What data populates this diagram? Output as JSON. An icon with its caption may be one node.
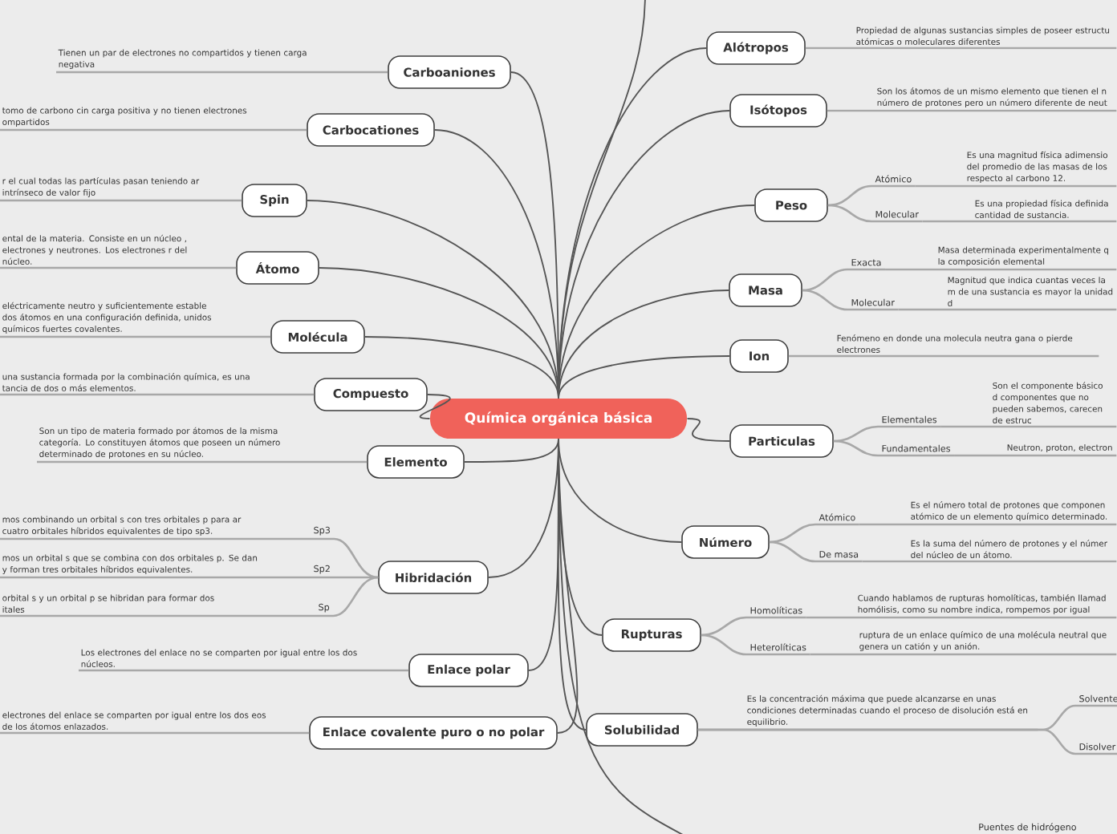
{
  "diagram": {
    "nodes": [
      {
        "text": [
          "Química orgánica básica"
        ]
      },
      {
        "text": [
          "Carboaniones"
        ]
      },
      {
        "text": [
          "Tienen un par de electrones no compartidos y tienen carga negativa"
        ]
      },
      {
        "text": [
          "Carbocationes"
        ]
      },
      {
        "text": [
          "tomo de carbono cin carga positiva y no tienen electrones ompartidos"
        ]
      },
      {
        "text": [
          "Spin"
        ]
      },
      {
        "text": [
          "r el cual todas las partículas pasan teniendo ar intrínseco de valor fijo"
        ]
      },
      {
        "text": [
          "Átomo"
        ]
      },
      {
        "text": [
          "ental de la materia. Consiste en un núcleo , electrones y neutrones. Los electrones r del núcleo."
        ]
      },
      {
        "text": [
          "Molécula"
        ]
      },
      {
        "text": [
          "eléctricamente neutro y suficientemente estable dos átomos en una configuración definida, unidos químicos fuertes covalentes."
        ]
      },
      {
        "text": [
          "Compuesto"
        ]
      },
      {
        "text": [
          "una sustancia formada por la combinación química, es una tancia de dos o más elementos."
        ]
      },
      {
        "text": [
          "Elemento"
        ]
      },
      {
        "text": [
          "Son un tipo de materia formado por átomos de la misma categoría. Lo constituyen átomos que poseen un número determinado de protones en su núcleo."
        ]
      },
      {
        "text": [
          "Hibridación"
        ]
      },
      {
        "text": [
          "Sp3"
        ]
      },
      {
        "text": [
          "mos combinando un orbital s con tres orbitales p para ar cuatro orbitales híbridos equivalentes de tipo sp3."
        ]
      },
      {
        "text": [
          "Sp2"
        ]
      },
      {
        "text": [
          "mos un orbital s que se combina con dos orbitales p. Se dan y forman tres orbitales híbridos equivalentes."
        ]
      },
      {
        "text": [
          "Sp"
        ]
      },
      {
        "text": [
          "orbital s y un orbital p se hibridan para formar dos itales"
        ]
      },
      {
        "text": [
          "Enlace polar"
        ]
      },
      {
        "text": [
          "Los electrones del enlace no se comparten por igual entre los dos núcleos."
        ]
      },
      {
        "text": [
          "Enlace covalente puro o no polar"
        ]
      },
      {
        "text": [
          "electrones del enlace se comparten por igual entre los dos eos de los átomos enlazados."
        ]
      },
      {
        "text": [
          "Alótropos"
        ]
      },
      {
        "text": [
          "Propiedad de algunas sustancias simples de poseer estructu atómicas o moleculares diferentes"
        ]
      },
      {
        "text": [
          "Isótopos"
        ]
      },
      {
        "text": [
          "Son los átomos de un mismo elemento que tienen el n número de protones pero un número diferente de neut"
        ]
      },
      {
        "text": [
          "Peso"
        ]
      },
      {
        "text": [
          "Atómico"
        ]
      },
      {
        "text": [
          "Es una magnitud física adimensio del promedio de las masas de los respecto al carbono 12."
        ]
      },
      {
        "text": [
          "Molecular"
        ]
      },
      {
        "text": [
          "Es una propiedad física definida cantidad de sustancia."
        ]
      },
      {
        "text": [
          "Masa"
        ]
      },
      {
        "text": [
          "Exacta"
        ]
      },
      {
        "text": [
          "Masa determinada experimentalmente q la composición elemental"
        ]
      },
      {
        "text": [
          "Molecular"
        ]
      },
      {
        "text": [
          "Magnitud que indica cuantas veces la m de una sustancia es mayor la unidad d"
        ]
      },
      {
        "text": [
          "Ion"
        ]
      },
      {
        "text": [
          "Fenómeno en donde una molecula neutra gana o pierde electrones"
        ]
      },
      {
        "text": [
          "Particulas"
        ]
      },
      {
        "text": [
          "Elementales"
        ]
      },
      {
        "text": [
          "Son el componente básico d componentes que no pueden sabemos, carecen de estruc"
        ]
      },
      {
        "text": [
          "Fundamentales"
        ]
      },
      {
        "text": [
          "Neutron, proton, electron"
        ]
      },
      {
        "text": [
          "Número"
        ]
      },
      {
        "text": [
          "Atómico"
        ]
      },
      {
        "text": [
          "Es el número total de protones que componen atómico de un elemento químico determinado."
        ]
      },
      {
        "text": [
          "De masa"
        ]
      },
      {
        "text": [
          "Es la suma del número de protones y el númer del núcleo de un átomo."
        ]
      },
      {
        "text": [
          "Rupturas"
        ]
      },
      {
        "text": [
          "Homolíticas"
        ]
      },
      {
        "text": [
          "Cuando hablamos de rupturas homolíticas, también llamad homólisis, como su nombre indica, rompemos por igual"
        ]
      },
      {
        "text": [
          "Heterolíticas"
        ]
      },
      {
        "text": [
          "ruptura de un enlace químico de una molécula neutral que genera un catión y un anión."
        ]
      },
      {
        "text": [
          "Solubilidad"
        ]
      },
      {
        "text": [
          "Es la concentración máxima que puede alcanzarse en unas condiciones determinadas cuando el proceso de disolución está en equilibrio."
        ]
      },
      {
        "text": [
          "Solvente"
        ]
      },
      {
        "text": [
          "Disolver"
        ]
      }
    ],
    "edges": [
      {
        "from": 0,
        "to": 1,
        "arrow": "none",
        "color": "#555555"
      },
      {
        "from": 0,
        "to": 3,
        "arrow": "none",
        "color": "#555555"
      },
      {
        "from": 0,
        "to": 5,
        "arrow": "none",
        "color": "#555555"
      },
      {
        "from": 0,
        "to": 7,
        "arrow": "none",
        "color": "#555555"
      },
      {
        "from": 0,
        "to": 9,
        "arrow": "none",
        "color": "#555555"
      },
      {
        "from": 0,
        "to": 11,
        "arrow": "none",
        "color": "#555555"
      },
      {
        "from": 0,
        "to": 13,
        "arrow": "none",
        "color": "#555555"
      },
      {
        "from": 0,
        "to": 15,
        "arrow": "none",
        "color": "#555555"
      },
      {
        "from": 0,
        "to": 22,
        "arrow": "none",
        "color": "#555555"
      },
      {
        "from": 0,
        "to": 24,
        "arrow": "none",
        "color": "#555555"
      },
      {
        "from": 0,
        "to": 26,
        "arrow": "none",
        "color": "#555555"
      },
      {
        "from": 0,
        "to": 28,
        "arrow": "none",
        "color": "#555555"
      },
      {
        "from": 0,
        "to": 30,
        "arrow": "none",
        "color": "#555555"
      },
      {
        "from": 0,
        "to": 35,
        "arrow": "none",
        "color": "#555555"
      },
      {
        "from": 0,
        "to": 40,
        "arrow": "none",
        "color": "#555555"
      },
      {
        "from": 0,
        "to": 42,
        "arrow": "none",
        "color": "#555555"
      },
      {
        "from": 0,
        "to": 47,
        "arrow": "none",
        "color": "#555555"
      },
      {
        "from": 0,
        "to": 52,
        "arrow": "none",
        "color": "#555555"
      },
      {
        "from": 0,
        "to": 57,
        "arrow": "none",
        "color": "#555555"
      },
      {
        "from": 0,
        "to": null,
        "arrow": "none",
        "color": "#555555"
      },
      {
        "from": 0,
        "to": null,
        "arrow": "none",
        "color": "#555555"
      },
      {
        "from": 1,
        "to": 2,
        "arrow": "none"
      },
      {
        "from": 3,
        "to": 4,
        "arrow": "none"
      },
      {
        "from": 5,
        "to": 6,
        "arrow": "none"
      },
      {
        "from": 7,
        "to": 8,
        "arrow": "none"
      },
      {
        "from": 9,
        "to": 10,
        "arrow": "none"
      },
      {
        "from": 11,
        "to": 12,
        "arrow": "none"
      },
      {
        "from": 13,
        "to": 14,
        "arrow": "none"
      },
      {
        "from": 22,
        "to": 23,
        "arrow": "none"
      },
      {
        "from": 24,
        "to": 25,
        "arrow": "none"
      },
      {
        "from": 26,
        "to": 27,
        "arrow": "none"
      },
      {
        "from": 28,
        "to": 29,
        "arrow": "none"
      },
      {
        "from": 40,
        "to": 41,
        "arrow": "none"
      },
      {
        "from": 57,
        "to": 58,
        "arrow": "none"
      },
      {
        "from": 15,
        "to": 16,
        "arrow": "none"
      },
      {
        "from": 15,
        "to": 18,
        "arrow": "none"
      },
      {
        "from": 15,
        "to": 20,
        "arrow": "none"
      },
      {
        "from": 30,
        "to": 31,
        "arrow": "none"
      },
      {
        "from": 30,
        "to": 33,
        "arrow": "none"
      },
      {
        "from": 35,
        "to": 36,
        "arrow": "none"
      },
      {
        "from": 35,
        "to": 38,
        "arrow": "none"
      },
      {
        "from": 42,
        "to": 43,
        "arrow": "none"
      },
      {
        "from": 42,
        "to": 45,
        "arrow": "none"
      },
      {
        "from": 47,
        "to": 48,
        "arrow": "none"
      },
      {
        "from": 47,
        "to": 50,
        "arrow": "none"
      },
      {
        "from": 52,
        "to": 53,
        "arrow": "none"
      },
      {
        "from": 52,
        "to": 55,
        "arrow": "none"
      },
      {
        "from": 57,
        "to": 59,
        "arrow": "none"
      },
      {
        "from": 57,
        "to": 60,
        "arrow": "none"
      },
      {
        "from": 16,
        "to": 17,
        "arrow": "none"
      },
      {
        "from": 18,
        "to": 19,
        "arrow": "none"
      },
      {
        "from": 20,
        "to": 21,
        "arrow": "none"
      },
      {
        "from": 31,
        "to": 32,
        "arrow": "none"
      },
      {
        "from": 33,
        "to": 34,
        "arrow": "none"
      },
      {
        "from": 36,
        "to": 37,
        "arrow": "none"
      },
      {
        "from": 38,
        "to": 39,
        "arrow": "none"
      },
      {
        "from": 43,
        "to": 44,
        "arrow": "none"
      },
      {
        "from": 45,
        "to": 46,
        "arrow": "none"
      },
      {
        "from": 48,
        "to": 49,
        "arrow": "none"
      },
      {
        "from": 50,
        "to": 51,
        "arrow": "none"
      },
      {
        "from": 53,
        "to": 54,
        "arrow": "none"
      },
      {
        "from": 55,
        "to": 56,
        "arrow": "none"
      }
    ],
    "labels": [
      "Puentes de hidrógeno"
    ]
  }
}
